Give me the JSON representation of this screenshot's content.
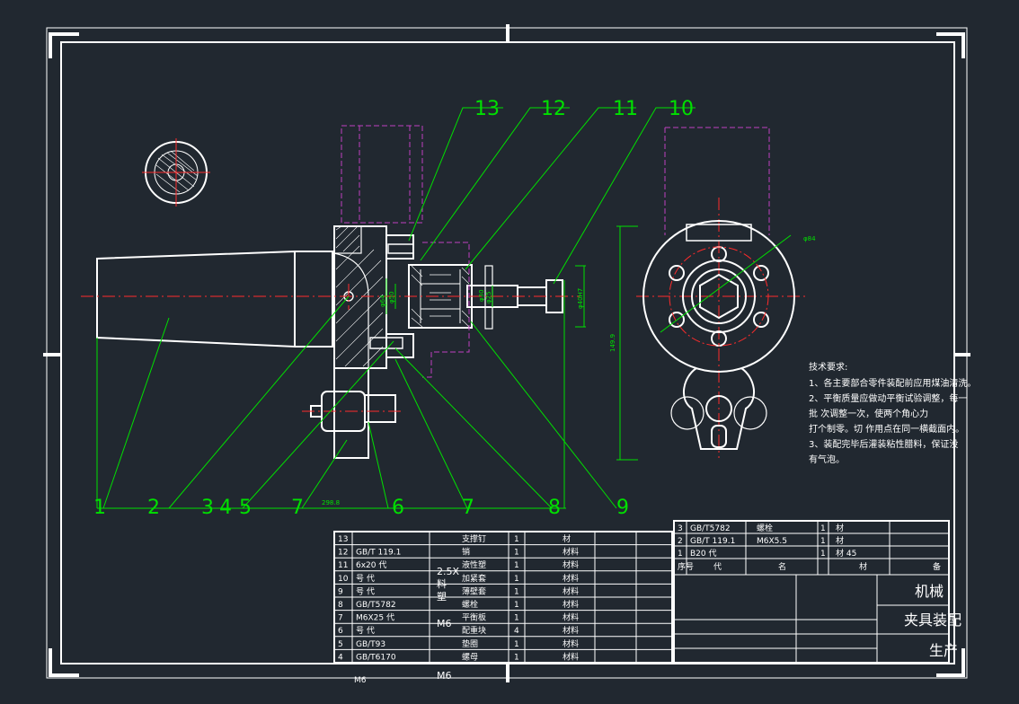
{
  "drawing": {
    "colors": {
      "background": "#212830",
      "frame": "#ffffff",
      "leader": "#00e000",
      "centerline": "#ff2b2b",
      "phantom": "#c040c0",
      "hatch": "#ffffff"
    },
    "balloon_numbers": {
      "left_row": [
        "1",
        "2",
        "3",
        "4",
        "5",
        "7",
        "6",
        "7",
        "8",
        "9"
      ],
      "top_row": [
        "13",
        "12",
        "11",
        "10"
      ]
    },
    "dimensions": {
      "d84": "φ84",
      "h149": "149.9",
      "len": "298.8",
      "d40": "φ40H7",
      "d25": "φ25",
      "d50": "φ50",
      "d64": "φ64",
      "d30": "φ30"
    },
    "tech_requirements": {
      "title": "技术要求:",
      "lines": [
        "1、各主要部合零件装配前应用煤油清洗。",
        "2、平衡质量应做动平衡试验调整，每一",
        "批          次调整一次，使两个角心力",
        "打个制零。切    作用点在同一横截面内。",
        "3、装配完毕后灌装粘性腊料，保证没",
        "有气泡。"
      ]
    },
    "bom_rows": [
      {
        "no": "13",
        "code": "",
        "name": "支撑钉",
        "qty": "1",
        "mat": "材"
      },
      {
        "no": "12",
        "code": "GB/T 119.1",
        "name": "销",
        "qty": "1",
        "mat": "材料"
      },
      {
        "no": "11",
        "code": "6x20  代",
        "name": "液性塑",
        "qty": "1",
        "mat": "材料"
      },
      {
        "no": "10",
        "code": "号    代",
        "name": "加紧套",
        "qty": "1",
        "mat": "材料"
      },
      {
        "no": "9",
        "code": "号    代",
        "name": "薄壁套",
        "qty": "1",
        "mat": "材料"
      },
      {
        "no": "8",
        "code": "GB/T5782",
        "name": "螺栓",
        "qty": "1",
        "mat": "材料"
      },
      {
        "no": "7",
        "code": "M6X25 代",
        "name": "平衡板",
        "qty": "1",
        "mat": "材料"
      },
      {
        "no": "6",
        "code": "号    代",
        "name": "配重块",
        "qty": "4",
        "mat": "材料"
      },
      {
        "no": "5",
        "code": "GB/T93",
        "name": "垫圈",
        "qty": "1",
        "mat": "材料"
      },
      {
        "no": "4",
        "code": "GB/T6170",
        "name": "螺母",
        "qty": "1",
        "mat": "材料"
      }
    ],
    "bom_extra": {
      "spec1": "2.5X",
      "spec1b": "料",
      "spec1c": "塑",
      "spec2": "M6",
      "spec3": "M6",
      "bottom_code": "M6"
    },
    "right_bom": [
      {
        "no": "3",
        "code": "GB/T5782",
        "name": "螺栓",
        "qty": "1",
        "mat": "材"
      },
      {
        "no": "2",
        "code": "GB/T 119.1",
        "name": "M6X5.5",
        "qty": "1",
        "mat": "材"
      },
      {
        "no": "1",
        "code": "B20  代",
        "name": "",
        "qty": "1",
        "mat": "材  45"
      }
    ],
    "right_header": {
      "no": "序号",
      "code": "代",
      "name": "名",
      "mat": "材",
      "note": "备"
    },
    "title_block": {
      "school": "机械",
      "drawing_name": "夹具装配",
      "production": "生产"
    }
  }
}
